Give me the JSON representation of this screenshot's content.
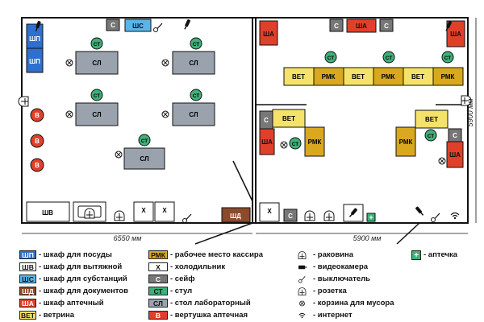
{
  "plan": {
    "rooms": {
      "left": {
        "wall_cabinets": [
          "ШП",
          "ШП"
        ],
        "safe": "С",
        "substance_cabinet": "ШС",
        "chairs": [
          "СТ",
          "СТ",
          "СТ",
          "СТ",
          "СТ"
        ],
        "lab_tables": [
          "СЛ",
          "СЛ",
          "СЛ",
          "СЛ",
          "СЛ"
        ],
        "turntables": [
          "В",
          "В",
          "В"
        ],
        "fume_cabinet": "ШВ",
        "fridges": [
          "Х",
          "Х"
        ]
      },
      "right": {
        "pharmacy_cabinets": [
          "ША",
          "ША",
          "ША",
          "ША"
        ],
        "safes": [
          "С",
          "С",
          "С",
          "С"
        ],
        "chairs": [
          "СТ",
          "СТ",
          "СТ",
          "СТ",
          "СТ"
        ],
        "showcase_row": [
          "ВЕТ",
          "РМК",
          "ВЕТ",
          "РМК",
          "ВЕТ",
          "РМК"
        ],
        "showcases": [
          "ВЕТ",
          "ВЕТ"
        ],
        "cashier_desks": [
          "РМК",
          "РМК"
        ],
        "document_cabinet": "ШД",
        "fridge": "Х",
        "safe_bottom": "С"
      }
    },
    "dimensions": {
      "left_width": "6550 мм",
      "right_width": "5900 мм",
      "height": "5900 мм"
    }
  },
  "legend": {
    "items": [
      {
        "code": "ШП",
        "text": "- шкаф для посуды",
        "color": "#2f6fd0",
        "fg": "#ffffff"
      },
      {
        "code": "ШВ",
        "text": "- шкаф для вытяжной",
        "color": "#ffffff",
        "fg": "#111111"
      },
      {
        "code": "ШС",
        "text": "- шкаф для субстанций",
        "color": "#5ab4e8",
        "fg": "#111111"
      },
      {
        "code": "ШД",
        "text": "- шкаф для документов",
        "color": "#8b4a2b",
        "fg": "#ffffff"
      },
      {
        "code": "ША",
        "text": "- шкаф аптечный",
        "color": "#e0402a",
        "fg": "#ffffff"
      },
      {
        "code": "ВЕТ",
        "text": "- ветрина",
        "color": "#f5e26a",
        "fg": "#111111"
      },
      {
        "code": "РМК",
        "text": "- рабочее место кассира",
        "color": "#d9a81e",
        "fg": "#111111"
      },
      {
        "code": "Х",
        "text": "- холодильник",
        "color": "#ffffff",
        "fg": "#111111"
      },
      {
        "code": "С",
        "text": "- сейф",
        "color": "#777777",
        "fg": "#ffffff"
      },
      {
        "code": "СТ",
        "text": "- стул",
        "color": "#3fb07a",
        "fg": "#111111"
      },
      {
        "code": "СЛ",
        "text": "- стол лабораторный",
        "color": "#9aa3ad",
        "fg": "#111111"
      },
      {
        "code": "В",
        "text": "- вертушка аптечная",
        "color": "#e0402a",
        "fg": "#ffffff"
      }
    ],
    "symbols": [
      {
        "icon": "sink-icon",
        "text": "- раковина"
      },
      {
        "icon": "camera-icon",
        "text": "- видеокамера"
      },
      {
        "icon": "switch-icon",
        "text": "- выключатель"
      },
      {
        "icon": "socket-icon",
        "text": "- розетка"
      },
      {
        "icon": "trash-icon",
        "text": "- корзина для мусора"
      },
      {
        "icon": "wifi-icon",
        "text": "- интернет"
      }
    ],
    "first_aid": {
      "icon": "first-aid-icon",
      "text": "- аптечка"
    }
  }
}
